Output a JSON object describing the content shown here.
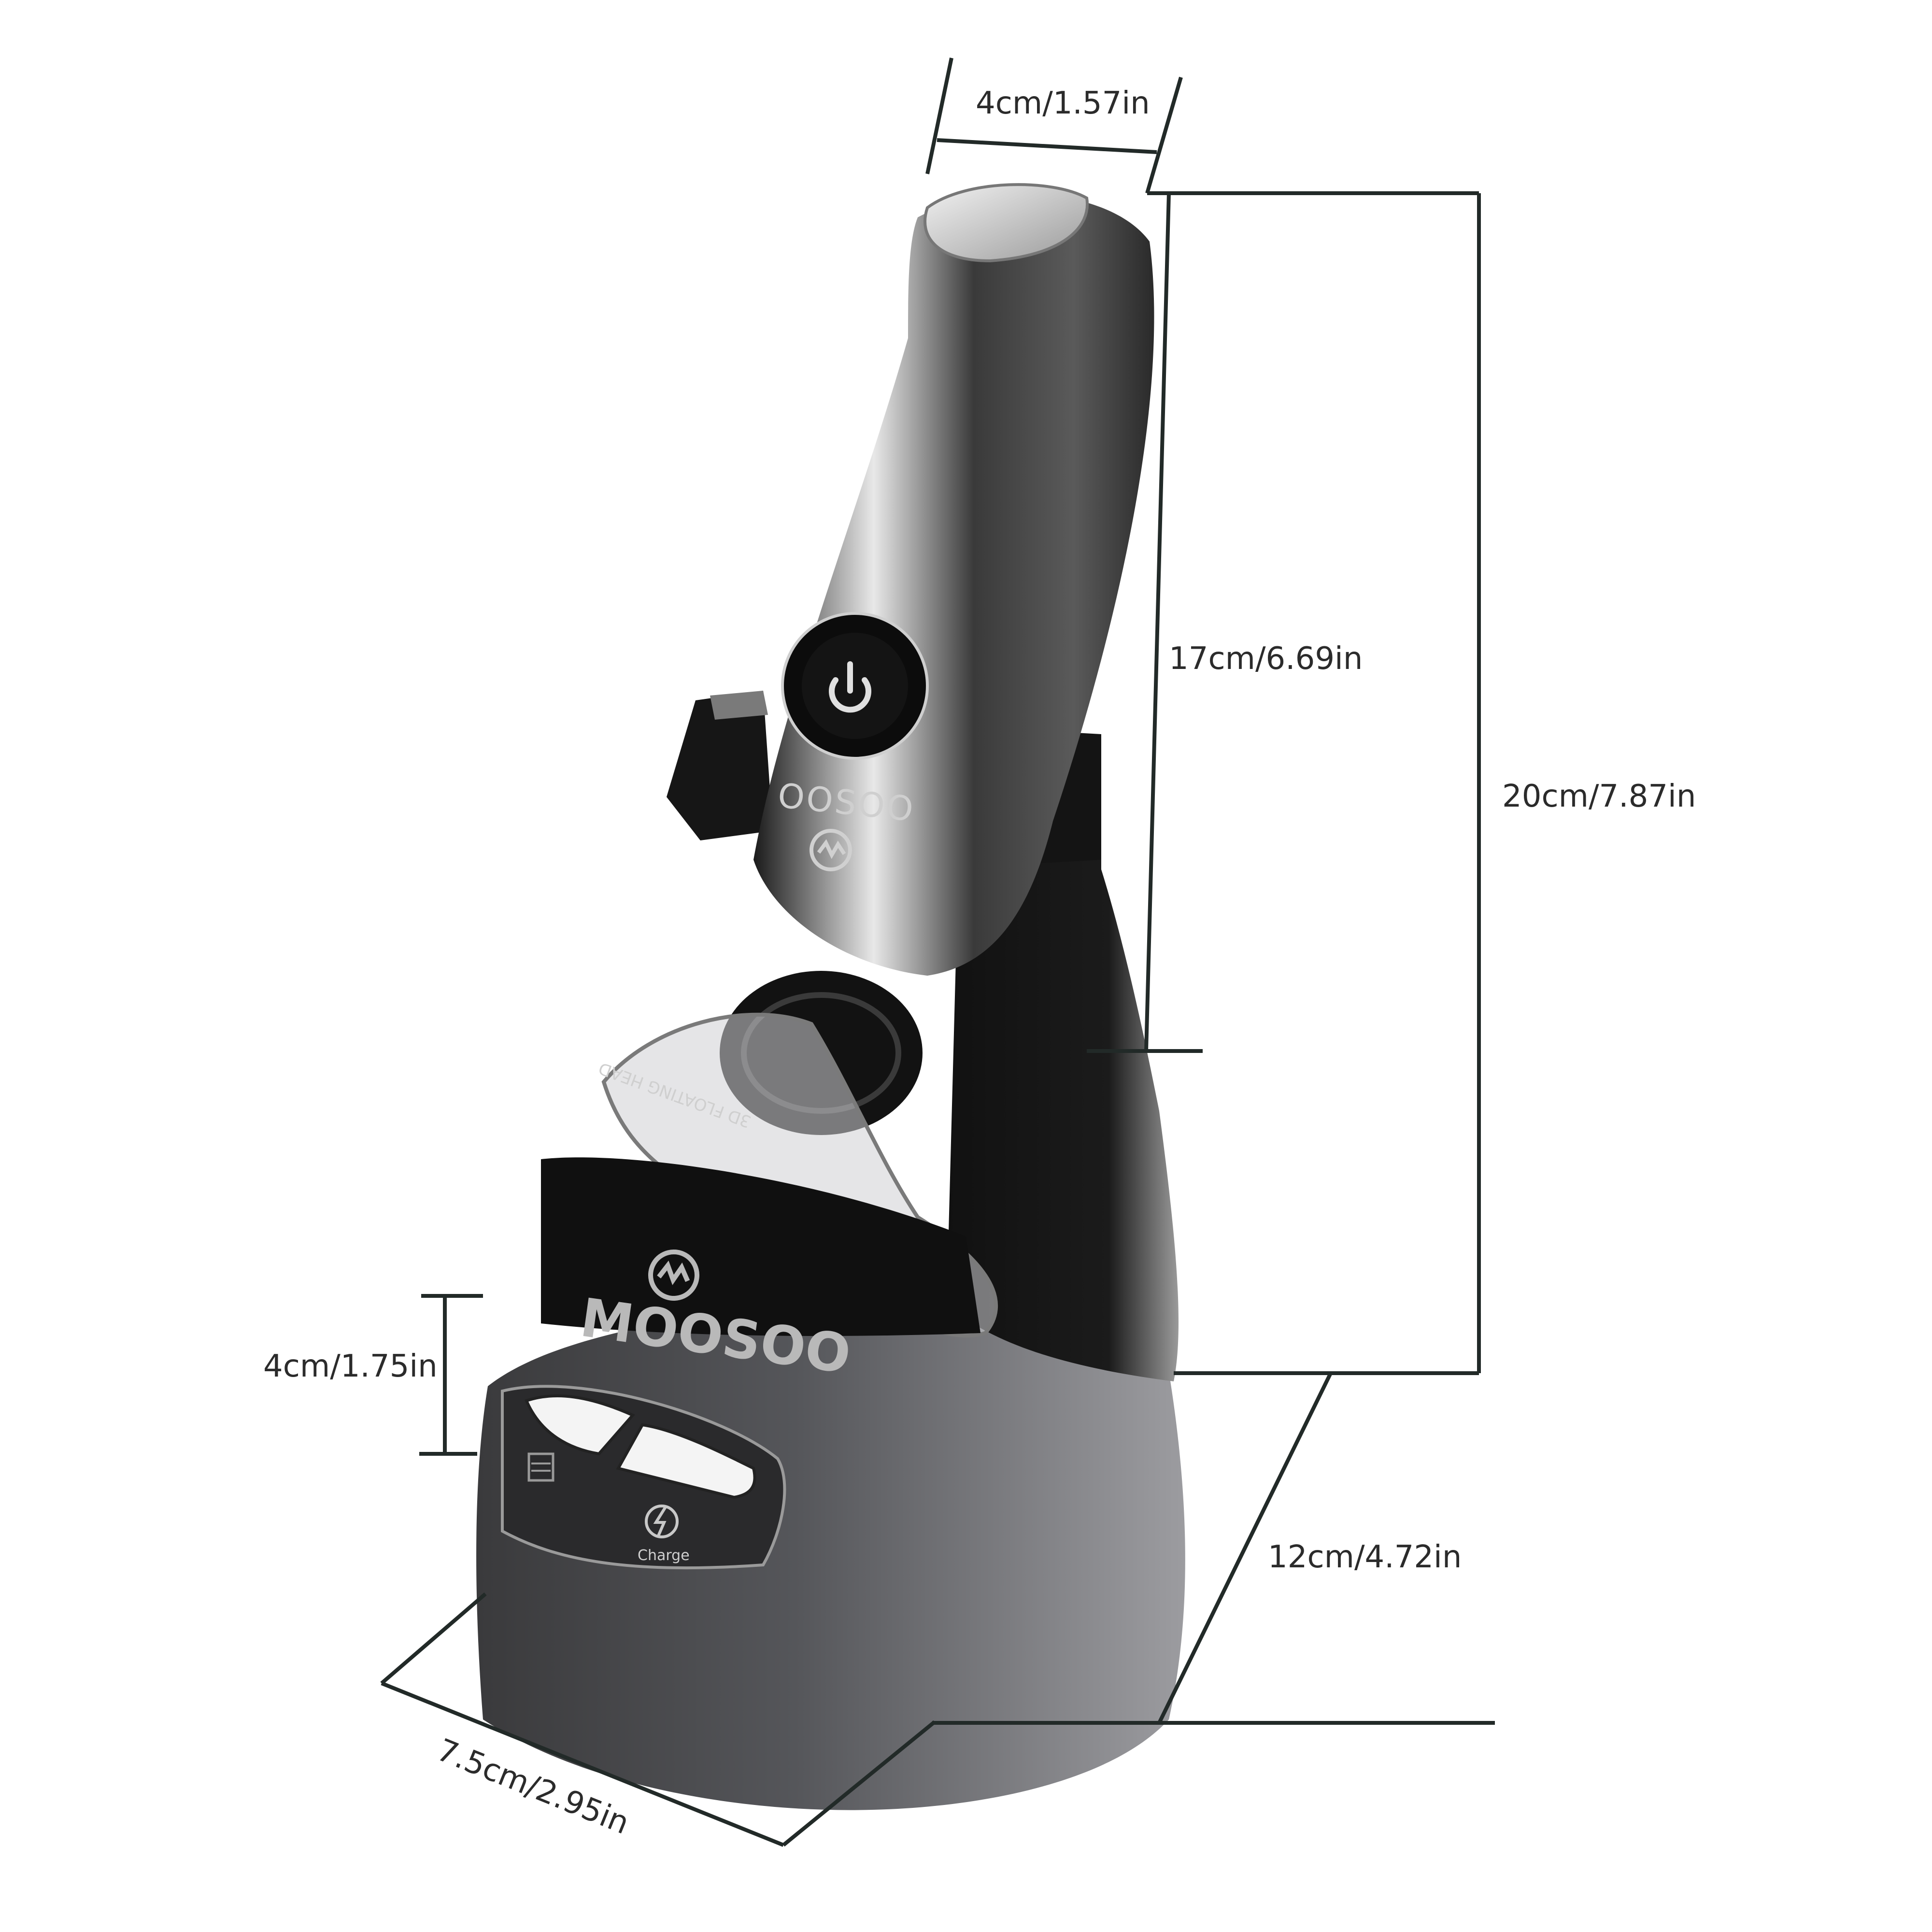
{
  "product": {
    "brand": "MOOSOO",
    "handle_brand_text": "OOSOO",
    "head_label": "3D FLOATING HEAD",
    "charge_label": "Charge",
    "icons": {
      "power": "power-icon",
      "logo": "moosoo-m-logo-icon",
      "charge": "lightning-bolt-icon",
      "clean_mode": "clean-mode-icon"
    },
    "colors": {
      "body_dark": "#1c1c1c",
      "base_gray": "#4a4a4c",
      "chrome": "#d9d9d9",
      "panel_light": "#f4f4f4",
      "line": "#222a28"
    }
  },
  "dimensions": {
    "head_width": "4cm/1.57in",
    "shaver_height": "17cm/6.69in",
    "total_height": "20cm/7.87in",
    "panel_height": "4cm/1.75in",
    "base_depth": "12cm/4.72in",
    "base_width": "7.5cm/2.95in"
  }
}
